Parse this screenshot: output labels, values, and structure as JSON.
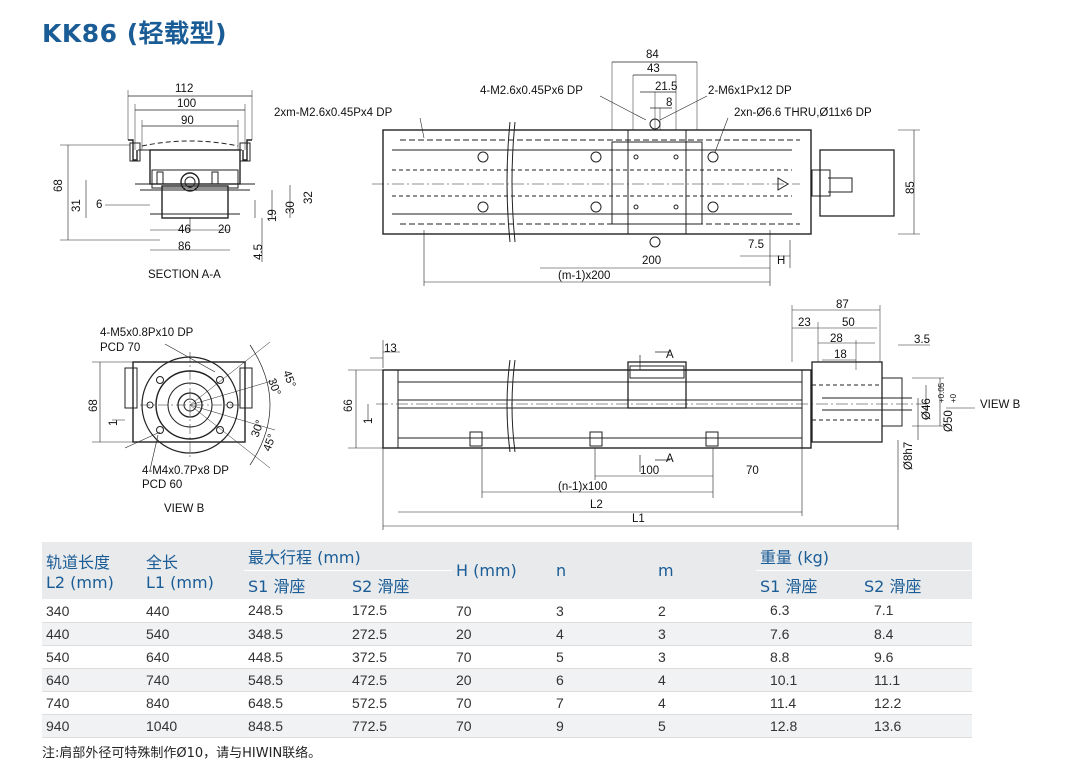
{
  "title": "KK86 (轻载型)",
  "drawing": {
    "section_aa": {
      "label": "SECTION A-A",
      "dims": [
        "112",
        "100",
        "90",
        "68",
        "31",
        "6",
        "46",
        "20",
        "86",
        "19",
        "30",
        "32",
        "4.5"
      ],
      "note_left": "2xm-M2.6x0.45Px4 DP"
    },
    "top_view": {
      "callouts": [
        "4-M2.6x0.45Px6 DP",
        "2-M6x1Px12 DP",
        "2xn-Ø6.6 THRU,Ø11x6 DP"
      ],
      "dims": [
        "84",
        "43",
        "21.5",
        "8",
        "85",
        "7.5",
        "200",
        "H",
        "(m-1)x200"
      ]
    },
    "view_b": {
      "label": "VIEW B",
      "callouts": [
        "4-M5x0.8Px10 DP",
        "PCD 70",
        "4-M4x0.7Px8 DP",
        "PCD 60"
      ],
      "angles": [
        "45°",
        "30°",
        "30°",
        "45°"
      ],
      "dims": [
        "68",
        "1"
      ]
    },
    "side_view": {
      "dims": [
        "13",
        "66",
        "1",
        "87",
        "23",
        "50",
        "28",
        "18",
        "3.5",
        "Ø46",
        "Ø50",
        "+0.05",
        "+0",
        "Ø8h7",
        "100",
        "70",
        "(n-1)x100",
        "L2",
        "L1"
      ],
      "section_marks": [
        "A",
        "A"
      ],
      "view_label": "VIEW B"
    }
  },
  "table": {
    "headers": {
      "l2": [
        "轨道长度",
        "L2 (mm)"
      ],
      "l1": [
        "全长",
        "L1 (mm)"
      ],
      "stroke": "最大行程 (mm)",
      "stroke_sub": [
        "S1 滑座",
        "S2 滑座"
      ],
      "h": "H (mm)",
      "n": "n",
      "m": "m",
      "weight": "重量 (kg)",
      "weight_sub": [
        "S1 滑座",
        "S2 滑座"
      ]
    },
    "rows": [
      [
        "340",
        "440",
        "248.5",
        "172.5",
        "70",
        "3",
        "2",
        "6.3",
        "7.1"
      ],
      [
        "440",
        "540",
        "348.5",
        "272.5",
        "20",
        "4",
        "3",
        "7.6",
        "8.4"
      ],
      [
        "540",
        "640",
        "448.5",
        "372.5",
        "70",
        "5",
        "3",
        "8.8",
        "9.6"
      ],
      [
        "640",
        "740",
        "548.5",
        "472.5",
        "20",
        "6",
        "4",
        "10.1",
        "11.1"
      ],
      [
        "740",
        "840",
        "648.5",
        "572.5",
        "70",
        "7",
        "4",
        "11.4",
        "12.2"
      ],
      [
        "940",
        "1040",
        "848.5",
        "772.5",
        "70",
        "9",
        "5",
        "12.8",
        "13.6"
      ]
    ]
  },
  "note": "注:肩部外径可特殊制作Ø10，请与HIWIN联络。",
  "colors": {
    "title": "#1a5c96",
    "header_bg": "#e8eaec"
  }
}
